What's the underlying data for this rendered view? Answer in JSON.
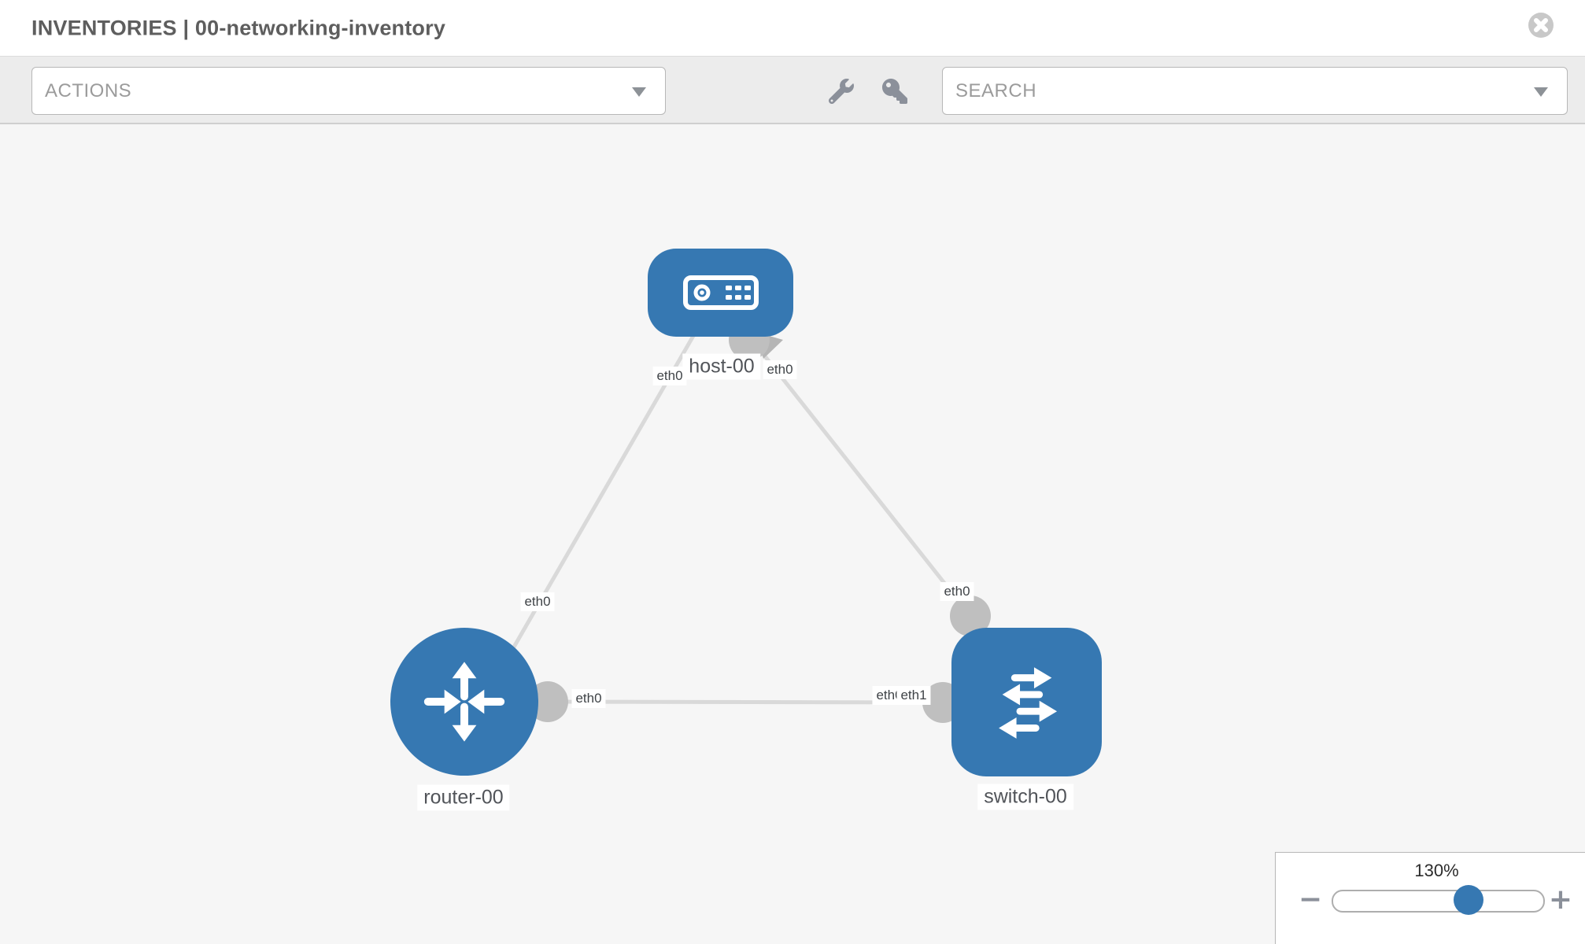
{
  "header": {
    "title": "INVENTORIES | 00-networking-inventory"
  },
  "toolbar": {
    "actions_label": "ACTIONS",
    "search_label": "SEARCH"
  },
  "diagram": {
    "nodes": [
      {
        "id": "host-00",
        "type": "host",
        "label": "host-00",
        "icon": "host-icon"
      },
      {
        "id": "router-00",
        "type": "router",
        "label": "router-00",
        "icon": "router-icon"
      },
      {
        "id": "switch-00",
        "type": "switch",
        "label": "switch-00",
        "icon": "switch-icon"
      }
    ],
    "links": [
      {
        "from": "host-00",
        "to": "router-00",
        "from_interface": "eth0",
        "to_interface": "eth0"
      },
      {
        "from": "host-00",
        "to": "switch-00",
        "from_interface": "eth0",
        "to_interface": "eth0"
      },
      {
        "from": "router-00",
        "to": "switch-00",
        "from_interface": "eth0",
        "to_interface": "eth1"
      }
    ],
    "interface_labels": [
      {
        "link": "host-00 - router-00",
        "end": "host-00",
        "text": "eth0"
      },
      {
        "link": "host-00 - router-00",
        "end": "router-00",
        "text": "eth0"
      },
      {
        "link": "host-00 - switch-00",
        "end": "host-00",
        "text": "eth0"
      },
      {
        "link": "host-00 - switch-00",
        "end": "switch-00",
        "text": "eth0"
      },
      {
        "link": "router-00 - switch-00",
        "end": "router-00",
        "text": "eth0"
      },
      {
        "link": "router-00 - switch-00",
        "end": "switch-00",
        "text": "eth0"
      },
      {
        "link": "router-00 - switch-00",
        "end": "switch-00",
        "text": "eth1"
      }
    ]
  },
  "zoom": {
    "value": "130%",
    "minus": "−",
    "plus": "+"
  },
  "colors": {
    "node_blue": "#3678b2",
    "link_gray": "#d9d9d9",
    "connector_gray": "#bfbfbf",
    "canvas_bg": "#f6f6f6",
    "toolbar_bg": "#ececec"
  }
}
